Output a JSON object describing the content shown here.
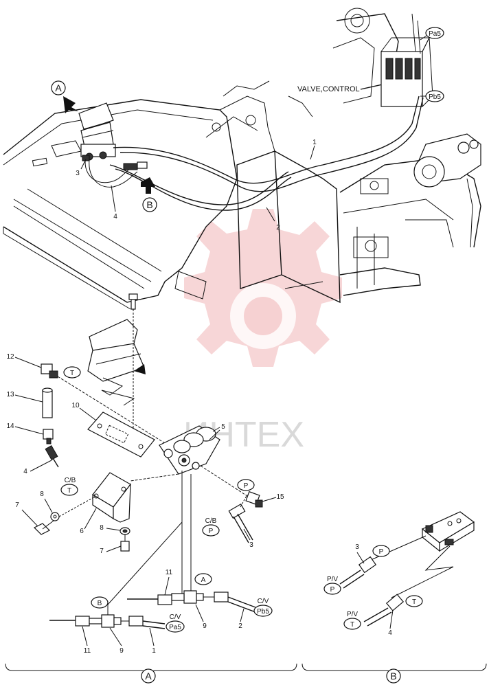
{
  "title_label": "VALVE,CONTROL",
  "watermark": {
    "text": "ИНТЕХ",
    "color": "#e8898c"
  },
  "view_callouts": {
    "a": "A",
    "b": "B"
  },
  "section_labels": {
    "a": "A",
    "b": "B"
  },
  "ports": {
    "pa5_top": "Pa5",
    "pb5_top": "Pb5",
    "t_12": "T",
    "t_4": "T",
    "p_15": "P",
    "p_3": "P",
    "a_det": "A",
    "b_det": "B",
    "pb5_det": "Pb5",
    "pa5_det": "Pa5",
    "p_b3": "P",
    "p_b3b": "P",
    "t_b4": "T",
    "t_b4b": "T"
  },
  "codes": {
    "cb_4": "C/B",
    "cb_3": "C/B",
    "cv_2": "C/V",
    "cv_1": "C/V",
    "pv_3": "P/V",
    "pv_4": "P/V"
  },
  "part_numbers": {
    "top_1": "1",
    "top_2": "2",
    "top_3": "3",
    "top_4": "4",
    "p12": "12",
    "p13": "13",
    "p14": "14",
    "p4": "4",
    "p10": "10",
    "p5": "5",
    "p8a": "8",
    "p7a": "7",
    "p6": "6",
    "p8b": "8",
    "p7b": "7",
    "p15": "15",
    "p3": "3",
    "p11a": "11",
    "p9a": "9",
    "p2": "2",
    "p11b": "11",
    "p9b": "9",
    "p1": "1",
    "b3": "3",
    "b4": "4"
  }
}
